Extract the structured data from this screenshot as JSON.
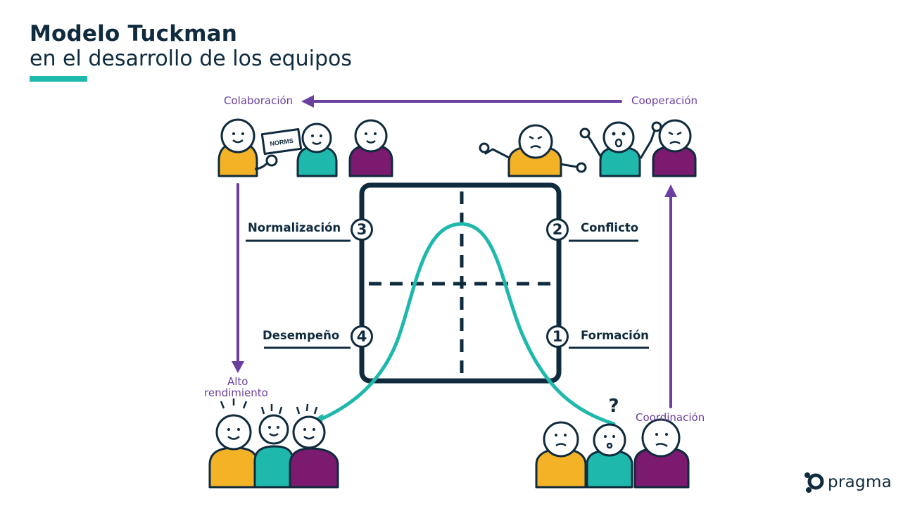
{
  "title": {
    "main": "Modelo Tuckman",
    "sub": "en el desarrollo de los equipos"
  },
  "flow_labels": {
    "colaboracion": "Colaboración",
    "cooperacion": "Cooperación",
    "coordinacion": "Coordinación",
    "alto_line1": "Alto",
    "alto_line2": "rendimiento"
  },
  "stages": [
    {
      "number": "1",
      "label": "Formación"
    },
    {
      "number": "2",
      "label": "Conflicto"
    },
    {
      "number": "3",
      "label": "Normalización"
    },
    {
      "number": "4",
      "label": "Desempeño"
    }
  ],
  "sign_text": "NORMS",
  "question_mark": "?",
  "brand": "pragma",
  "colors": {
    "navy": "#0f2b3d",
    "teal": "#1fb8ac",
    "purple": "#6a3fa0",
    "yellow": "#f4b227",
    "shirt_purple": "#7b1a6e"
  }
}
